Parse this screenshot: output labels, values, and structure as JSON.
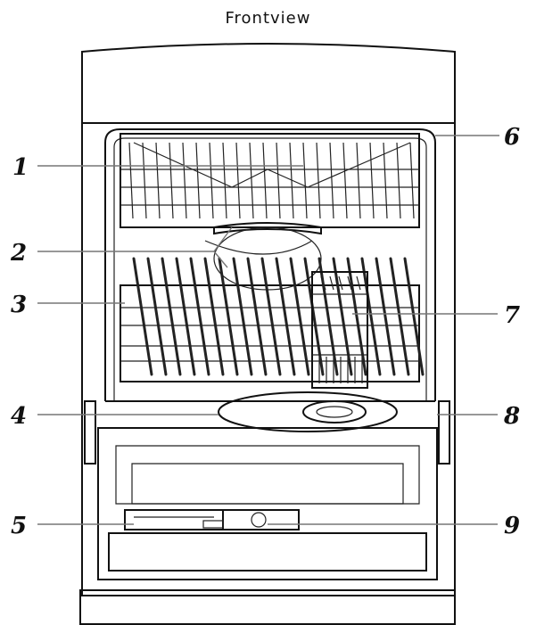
{
  "title": "Frontview",
  "callouts": [
    {
      "label": "1"
    },
    {
      "label": "2"
    },
    {
      "label": "3"
    },
    {
      "label": "4"
    },
    {
      "label": "5"
    },
    {
      "label": "6"
    },
    {
      "label": "7"
    },
    {
      "label": "8"
    },
    {
      "label": "9"
    }
  ]
}
